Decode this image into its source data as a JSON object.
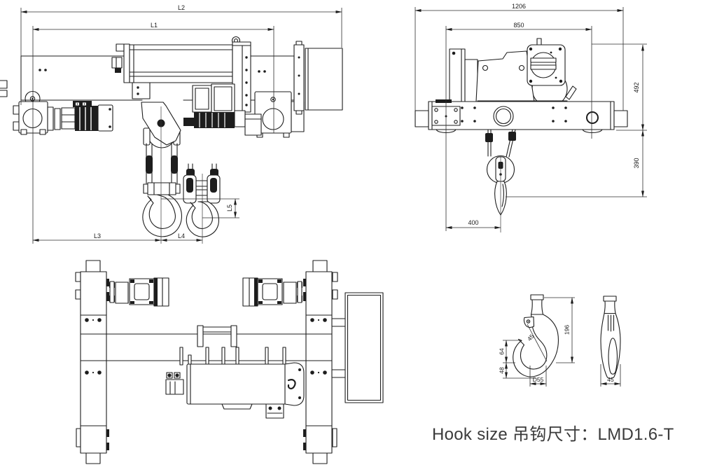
{
  "colors": {
    "line": "#1d1d1d",
    "caption_text": "#3b3b3b",
    "background": "#ffffff"
  },
  "caption": {
    "text": "Hook size 吊钩尺寸：LMD1.6-T"
  },
  "side_view": {
    "dims": {
      "l2": "L2",
      "l1": "L1",
      "l3": "L3",
      "l4": "L4",
      "l5": "L5"
    }
  },
  "end_view": {
    "dims": {
      "overall_width": "1206",
      "gauge": "850",
      "upper_height": "492",
      "lower_height": "390",
      "hook_offset": "400"
    }
  },
  "hook_detail": {
    "dims": {
      "height": "196",
      "angle": "45",
      "throat_upper": "64",
      "throat_lower": "48",
      "diameter": "D55",
      "width": "45"
    }
  }
}
